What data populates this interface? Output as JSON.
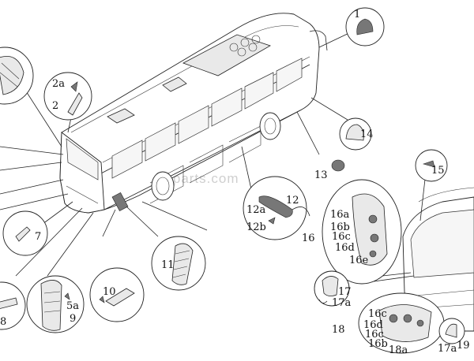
{
  "watermark": "hbusparts.com",
  "labels": [
    {
      "id": "l1",
      "text": "1"
    },
    {
      "id": "l2a",
      "text": "2a"
    },
    {
      "id": "l2",
      "text": "2"
    },
    {
      "id": "l5a",
      "text": "5a"
    },
    {
      "id": "l7",
      "text": "7"
    },
    {
      "id": "l8",
      "text": "8"
    },
    {
      "id": "l9",
      "text": "9"
    },
    {
      "id": "l10",
      "text": "10"
    },
    {
      "id": "l11",
      "text": "11"
    },
    {
      "id": "l12",
      "text": "12"
    },
    {
      "id": "l12a",
      "text": "12a"
    },
    {
      "id": "l12b",
      "text": "12b"
    },
    {
      "id": "l13",
      "text": "13"
    },
    {
      "id": "l14",
      "text": "14"
    },
    {
      "id": "l15",
      "text": "15"
    },
    {
      "id": "l16",
      "text": "16"
    },
    {
      "id": "l16a",
      "text": "16a"
    },
    {
      "id": "l16b",
      "text": "16b"
    },
    {
      "id": "l16c",
      "text": "16c"
    },
    {
      "id": "l16d",
      "text": "16d"
    },
    {
      "id": "l16e",
      "text": "16e"
    },
    {
      "id": "l17",
      "text": "17"
    },
    {
      "id": "l17a",
      "text": "17a"
    },
    {
      "id": "l18",
      "text": "18"
    },
    {
      "id": "l16c2",
      "text": "16c"
    },
    {
      "id": "l16d2",
      "text": "16d"
    },
    {
      "id": "l16c3",
      "text": "16c"
    },
    {
      "id": "l16b2",
      "text": "16b"
    },
    {
      "id": "l18a",
      "text": "18a"
    },
    {
      "id": "l17a2",
      "text": "17a"
    },
    {
      "id": "l19",
      "text": "19"
    }
  ]
}
